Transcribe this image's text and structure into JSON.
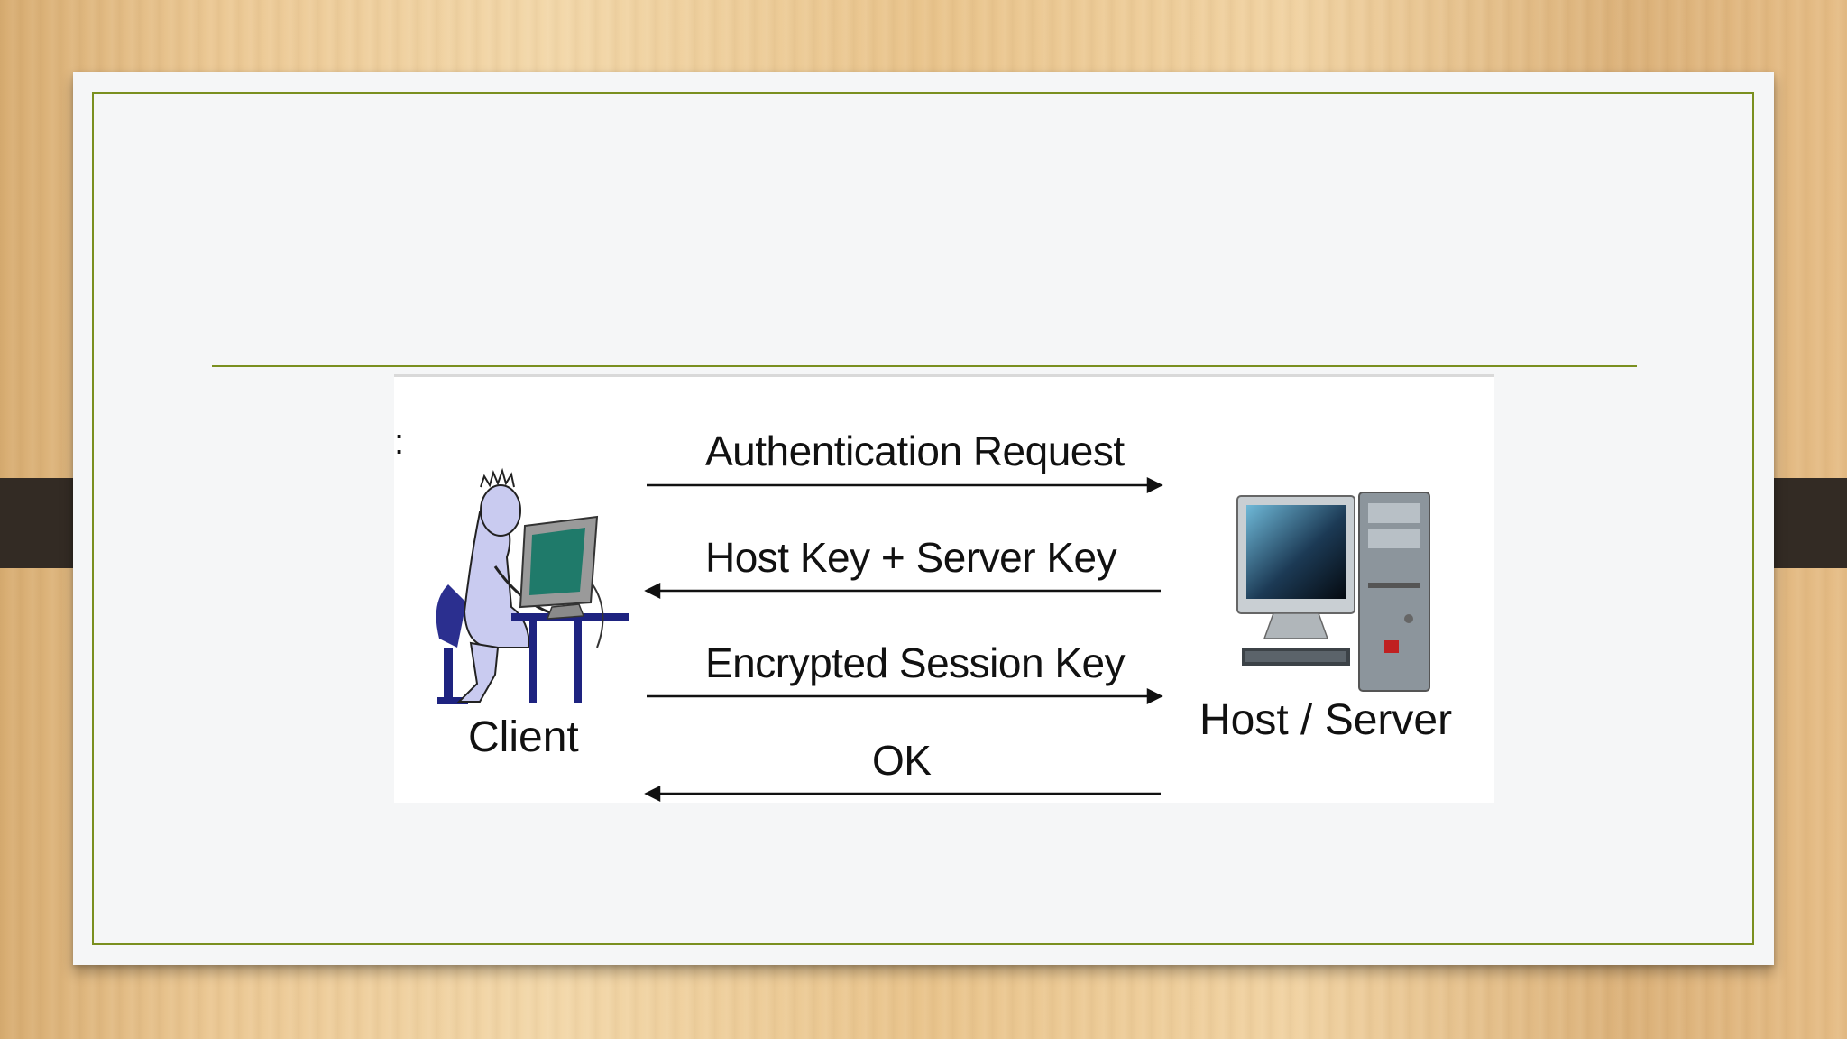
{
  "diagram": {
    "client_label": "Client",
    "server_label": "Host / Server",
    "stray_mark": ":",
    "messages": [
      {
        "label": "Authentication Request",
        "direction": "client-to-server"
      },
      {
        "label": "Host Key + Server Key",
        "direction": "server-to-client"
      },
      {
        "label": "Encrypted Session Key",
        "direction": "client-to-server"
      },
      {
        "label": "OK",
        "direction": "server-to-client"
      }
    ]
  },
  "colors": {
    "frame": "#7a8f1f",
    "clip": "#332b24",
    "arrow": "#111111"
  },
  "icons": {
    "client": "person-at-computer-icon",
    "server": "desktop-computer-icon"
  }
}
